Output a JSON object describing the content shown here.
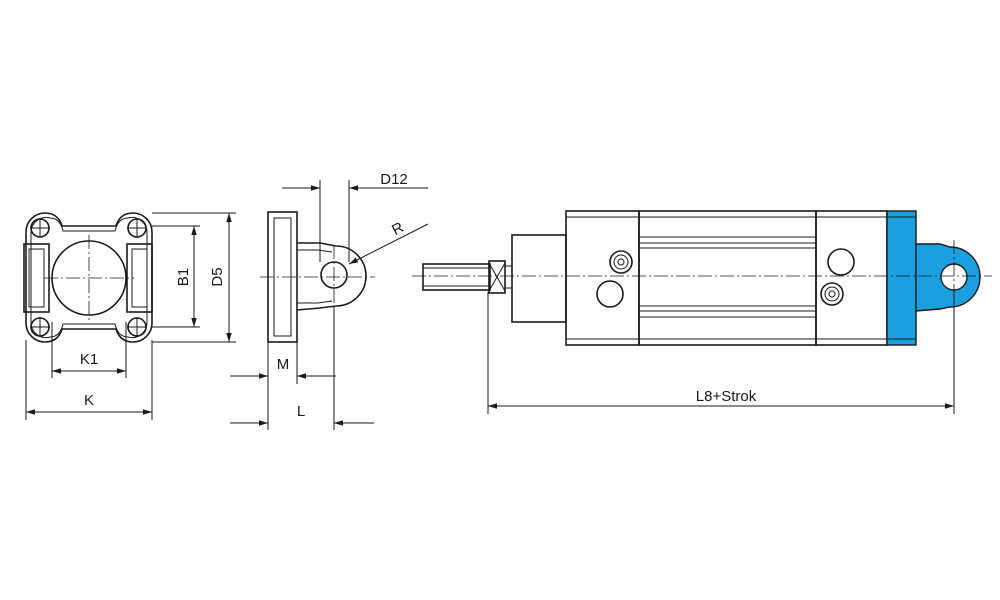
{
  "colors": {
    "line": "#1a1a1a",
    "accent_blue": "#1aa0e0",
    "background": "#ffffff"
  },
  "labels": {
    "k1": "K1",
    "k": "K",
    "b1": "B1",
    "d5": "D5",
    "d12": "D12",
    "r": "R",
    "m": "M",
    "l": "L",
    "l8_stroke": "L8+Strok"
  }
}
